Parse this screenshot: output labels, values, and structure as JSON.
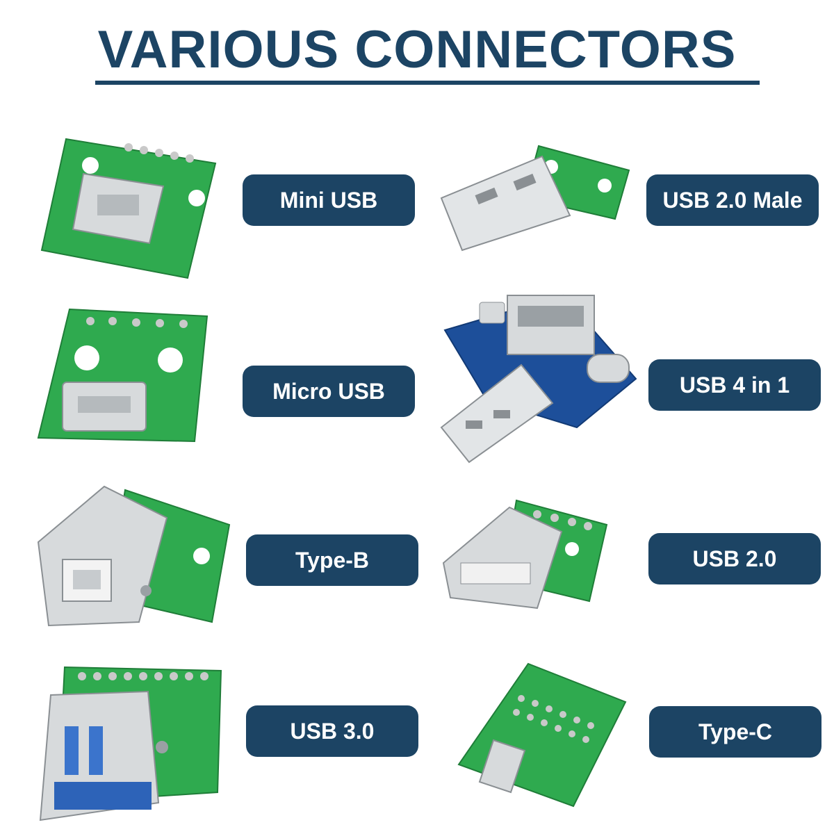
{
  "title": "VARIOUS CONNECTORS",
  "colors": {
    "accent": "#1c4464",
    "pill_text": "#ffffff",
    "pcb_green": "#2faa4f",
    "pcb_blue": "#1d4f9a",
    "metal": "#cfd3d6"
  },
  "connectors": [
    {
      "label": "Mini USB"
    },
    {
      "label": "USB 2.0 Male"
    },
    {
      "label": "Micro USB"
    },
    {
      "label": "USB 4 in 1"
    },
    {
      "label": "Type-B"
    },
    {
      "label": "USB 2.0"
    },
    {
      "label": "USB 3.0"
    },
    {
      "label": "Type-C"
    }
  ]
}
